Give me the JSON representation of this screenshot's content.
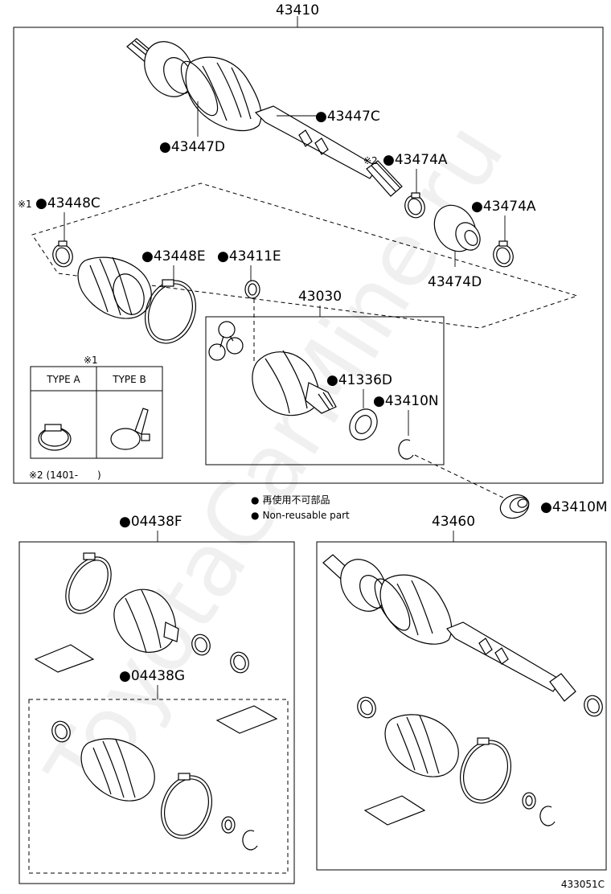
{
  "assembly_labels": {
    "main_shaft": "43410",
    "inner_joint": "43030",
    "boot_kit_outer": "04438F",
    "boot_kit_inner": "04438G",
    "rh_shaft": "43460"
  },
  "part_labels": {
    "p43447C": "43447C",
    "p43447D": "43447D",
    "p43474A_1": "43474A",
    "p43474A_2": "43474A",
    "p43474D": "43474D",
    "p43448C": "43448C",
    "p43448E": "43448E",
    "p43411E": "43411E",
    "p41336D": "41336D",
    "p43410N": "43410N",
    "p43410M": "43410M"
  },
  "markers": {
    "note1": "※1",
    "note1_inline": "※1",
    "note2_inline": "※2",
    "bullet": "●"
  },
  "type_table": {
    "header_mark": "※1",
    "type_a": "TYPE A",
    "type_b": "TYPE B"
  },
  "footnote2": "※2 (1401-　　)",
  "legend": {
    "jp": "再使用不可部品",
    "en": "Non-reusable part"
  },
  "figure_code": "433051C",
  "watermark": "ToyotaCarMine.ru"
}
